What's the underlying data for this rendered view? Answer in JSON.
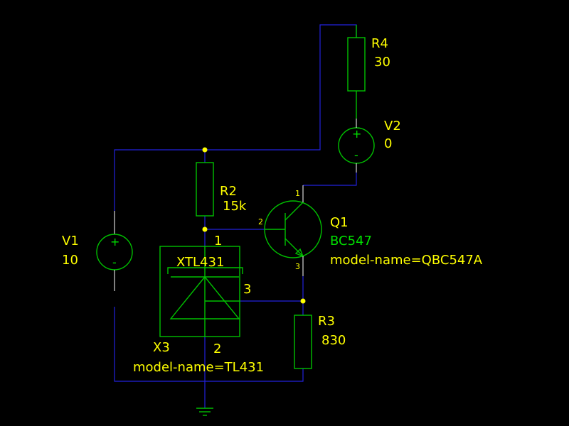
{
  "components": {
    "r4": {
      "ref": "R4",
      "value": "30"
    },
    "v2": {
      "ref": "V2",
      "value": "0",
      "plus": "+",
      "minus": "-"
    },
    "r2": {
      "ref": "R2",
      "value": "15k"
    },
    "v1": {
      "ref": "V1",
      "value": "10",
      "plus": "+",
      "minus": "-"
    },
    "q1": {
      "ref": "Q1",
      "part": "BC547",
      "model": "model-name=QBC547A",
      "pin1": "1",
      "pin2": "2",
      "pin3": "3"
    },
    "x3": {
      "ref": "X3",
      "part": "XTL431",
      "model": "model-name=TL431",
      "pin1": "1",
      "pin2": "2",
      "pin3": "3"
    },
    "r3": {
      "ref": "R3",
      "value": "830"
    }
  },
  "colors": {
    "background": "#000000",
    "wire": "#2222dd",
    "component": "#00c000",
    "label": "#ffff00",
    "part_name": "#00e000",
    "junction": "#ffff00"
  }
}
